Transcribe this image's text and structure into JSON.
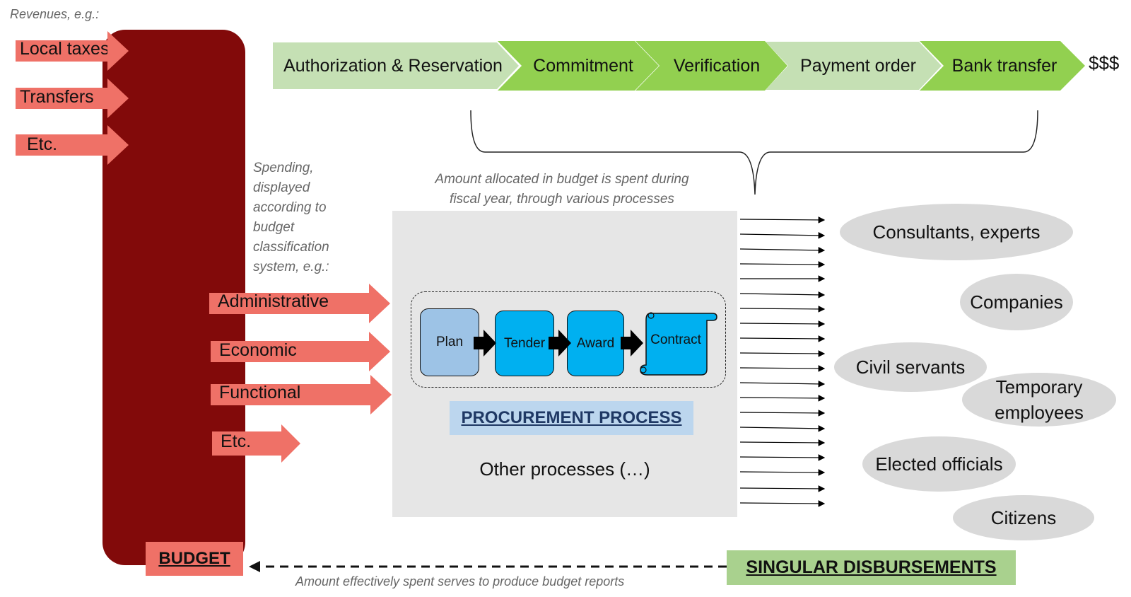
{
  "revenues_note": "Revenues, e.g.:",
  "revenues": [
    "Local taxes",
    "Transfers",
    "Etc."
  ],
  "budget_label": "BUDGET",
  "spending_note": [
    "Spending,",
    "displayed",
    "according to",
    "budget",
    "classification",
    "system, e.g.:"
  ],
  "classifications": [
    "Administrative",
    "Economic",
    "Functional",
    "Etc."
  ],
  "pipeline": [
    "Authorization & Reservation",
    "Commitment",
    "Verification",
    "Payment order",
    "Bank transfer"
  ],
  "money_symbol": "$$$",
  "allocation_note": [
    "Amount allocated in budget is spent during",
    "fiscal year, through various processes"
  ],
  "procurement_steps": [
    "Plan",
    "Tender",
    "Award",
    "Contract"
  ],
  "procurement_label": "PROCUREMENT PROCESS",
  "other_processes": "Other processes (…)",
  "recipients": [
    "Consultants, experts",
    "Companies",
    "Civil servants",
    "Temporary employees",
    "Elected officials",
    "Citizens"
  ],
  "disbursements_label": "SINGULAR DISBURSEMENTS",
  "report_note": "Amount effectively spent serves to produce budget reports",
  "colors": {
    "budget": "#820a0a",
    "arrow_red": "#ef7167",
    "light_green": "#c5e0b4",
    "bright_green": "#92d050",
    "procurement_blue": "#00b0f0",
    "plan_blue": "#9dc3e6",
    "gray_box": "#e6e6e6",
    "ellipse_gray": "#d9d9d9"
  }
}
